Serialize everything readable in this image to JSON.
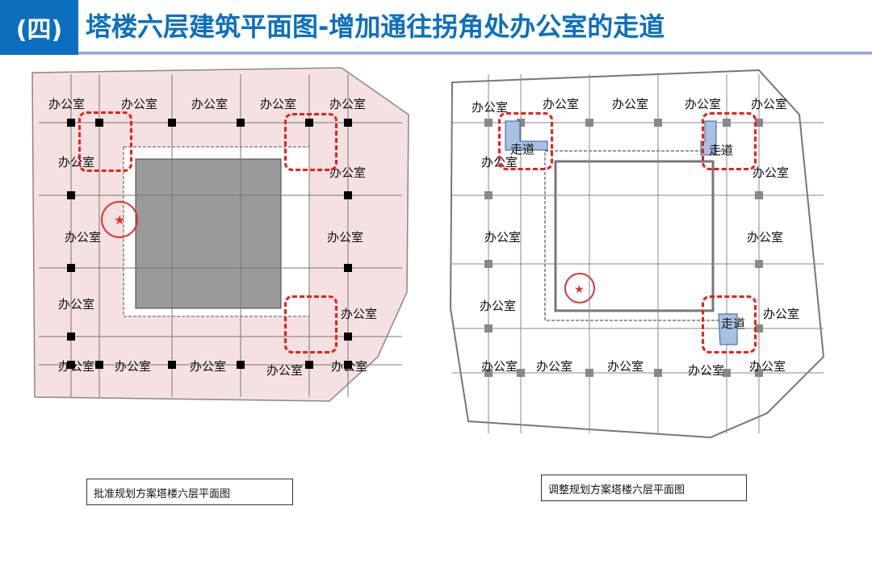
{
  "header": {
    "section": "(四)",
    "title": "塔楼六层建筑平面图-增加通往拐角处办公室的走道"
  },
  "colors": {
    "brand": "#0b6fbf",
    "highlight": "#e8201c",
    "corridor": "#a9c0e0",
    "approved_tint": "#f5e1e1"
  },
  "approved": {
    "caption": "批准规划方案塔楼六层平面图",
    "room_label": "办公室",
    "rooms": [
      "办公室",
      "办公室",
      "办公室",
      "办公室",
      "办公室",
      "办公室",
      "办公室",
      "办公室",
      "办公室",
      "办公室",
      "办公室",
      "办公室",
      "办公室",
      "办公室",
      "办公室",
      "办公室"
    ]
  },
  "adjusted": {
    "caption": "调整规划方案塔楼六层平面图",
    "rooms": [
      "办公室",
      "办公室",
      "办公室",
      "办公室",
      "办公室",
      "办公室",
      "办公室",
      "办公室",
      "办公室",
      "办公室",
      "办公室",
      "办公室",
      "办公室",
      "办公室",
      "办公室",
      "办公室"
    ],
    "corridors": [
      "走道",
      "走道",
      "走道"
    ]
  }
}
